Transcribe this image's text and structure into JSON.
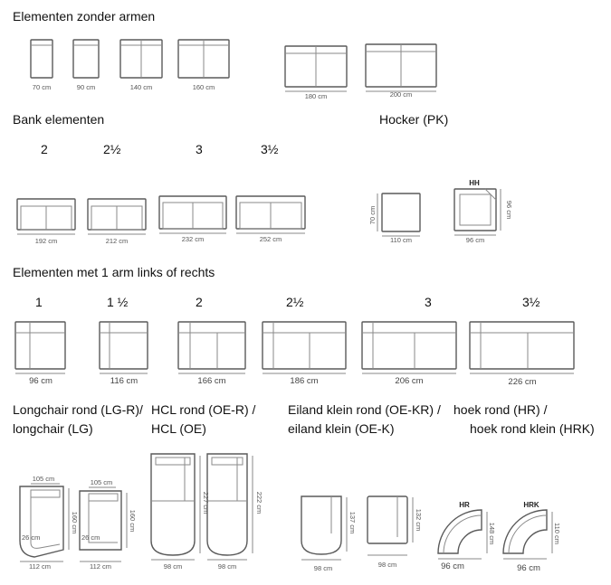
{
  "headings": {
    "elementen_zonder_armen": "Elementen zonder armen",
    "bank_elementen": "Bank elementen",
    "hocker": "Hocker (PK)",
    "elementen_met_arm": "Elementen met 1 arm links of rechts",
    "longchair_1": "Longchair rond (LG-R)/",
    "longchair_2": "longchair (LG)",
    "hcl_1": "HCL rond (OE-R) /",
    "hcl_2": "HCL (OE)",
    "eiland_1": "Eiland klein rond (OE-KR) /",
    "eiland_2": "eiland klein (OE-K)",
    "hoek_1": "hoek rond (HR) /",
    "hoek_2": "hoek rond klein (HRK)"
  },
  "zonder_armen": [
    "70 cm",
    "90 cm",
    "140 cm",
    "160 cm",
    "180 cm",
    "200 cm"
  ],
  "bank": {
    "sizes": [
      "2",
      "2½",
      "3",
      "3½"
    ],
    "widths": [
      "192 cm",
      "212 cm",
      "232 cm",
      "252 cm"
    ]
  },
  "hocker_items": {
    "pk_width": "110 cm",
    "pk_depth": "70 cm",
    "hh_tag": "HH",
    "hh_width": "96 cm",
    "hh_depth": "96 cm"
  },
  "met_arm": {
    "sizes": [
      "1",
      "1 ½",
      "2",
      "2½",
      "3",
      "3½"
    ],
    "widths": [
      "96 cm",
      "116 cm",
      "166 cm",
      "186 cm",
      "206 cm",
      "226 cm"
    ]
  },
  "special": {
    "lg_top": "105 cm",
    "lg_side": "160 cm",
    "lg_inner": "26 cm",
    "lg_bottom": "112 cm",
    "hcl_side": "227 cm",
    "hcl_side2": "222 cm",
    "hcl_bottom": "98 cm",
    "eiland_side": "137 cm",
    "eiland_side2": "132 cm",
    "eiland_bottom": "98 cm",
    "hr_tag": "HR",
    "hrk_tag": "HRK",
    "hr_side": "148 cm",
    "hrk_side": "110 cm",
    "hr_bottom": "96 cm",
    "hrk_bottom": "96 cm"
  }
}
